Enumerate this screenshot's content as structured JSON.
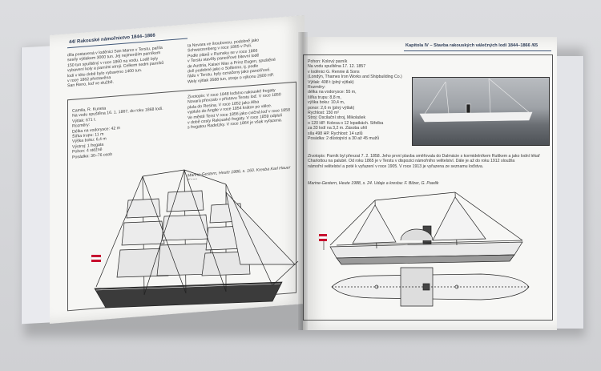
{
  "left_page": {
    "header": "44/ Rakouské námořnictvo 1844–1866",
    "col1_text": "díla postavená v loděnici San Marco v Terstu, paříla\nsesíly výtlakem 3000 tun. Jej nejmenším parníkem\n150 tun spuštěný v roce 1860 na vodu. Lodě byly\nvybavení koly a parními stroji. Celkem sedm parníků\nlodí v této době bylo vybaveno 1400 tun.\nv roce 1862 přestavěna\nSan Reno, loď ve službě.",
    "col2_text": "ta Novara ve šroubovou, podobně jako\nSchwarzenberg v roce 1865 v Puli.\nPodle plánů v Rumsku se v roce 1866\nv Terstu stavěly pancéřové bitevní lodě\nde Austria, Kaiser Max a Prinz Eugen, spuštěné\ndvě podobné jako o Solferino, tj. podle\nřádu v Terstu, byly označeny jako pancéřové.\nWely výtlak 3588 tun, stroje o výkonu 2800 HP.",
    "specs_text": "Camila, R. Kuneta\nNa vodu spuštěna 16. 1. 1867, do roku 1868 lodí.\nVýtlak: 671 t.\nRozměry:\nDélka na vodorysce: 42 m\nŠířka trupu: 11 m\nVýška boku: 6,4 m\nVýstroj: 1 fregata\nPohon: 4 stěžně\nPosádka: 30–76 osob",
    "desc_text": "Životopis: V roce 1848 loďstvo rakouské fregaty\nNovara převzalo v přístavu Terstu loď. V roce 1850\nplula do Resina. V roce 1852 jako Alba\nvyplula do Anglie v roce 1854 krátce po válce.\nVe městě Terst V roce 1856 jako cvičná loď v roce 1858\nv době cesty Rakouské fregaty. V roce 1859 odpluli\ns fregatou Radetzky. V roce 1864 je však vyřazena.",
    "caption": "Marine-Gestern, Heute 1986, s. 160. Kresba Karl Hauer Kopp."
  },
  "right_page": {
    "header": "Kapitola IV – Stavba rakouských válečných lodí 1844–1866 /65",
    "specs_text": "Pohon: Kolový parník\nNa vodu spuštěna 17. 12. 1857\nv loděnici G. Rennie & Sons\n(Londýn, Thames Iron Works and Shipbuilding Co.)\nVýtlak: 408 t (plný výtlak)\nRozměry:\ndélka na vodorysce: 55 m,\nšířka trupu: 8,8 m,\nvýška boku: 10,4 m,\nponor: 2,6 m (plný výtlak)\nRychlost: 150 m²\nStroj: Oscilační stroj, Mikolašek\no 120 HP. Kolesa o 12 lopatkách. Střelba\nza 33 lodí na 3,2 m. Zásoba uhlí\nsíla 498 HP. Rychlost: 14 uzlů\nPosádka: 2 důstojníci a 30 až 45 mužů",
    "desc_text": "Životopis: Parník byl převzat 7. 2. 1858. Jeho první plavba směřovala do Dalmácie s kormidelníkem Ruttkem a jako lodní lékař\nCharlottou na palubě. Od roku 1865 je v Terstu v dispozici námořního velitelství. Dále je až do roku 1912 sloužila\nnámořní velitelství a poté k vyřazení v roce 1905. V roce 1913 je vyřazena ze seznamu loďstva.",
    "caption": "Marine-Gestern, Heute 1988, s. 24. Údaje a kresba: F. Bilzer, G. Pawlik"
  }
}
